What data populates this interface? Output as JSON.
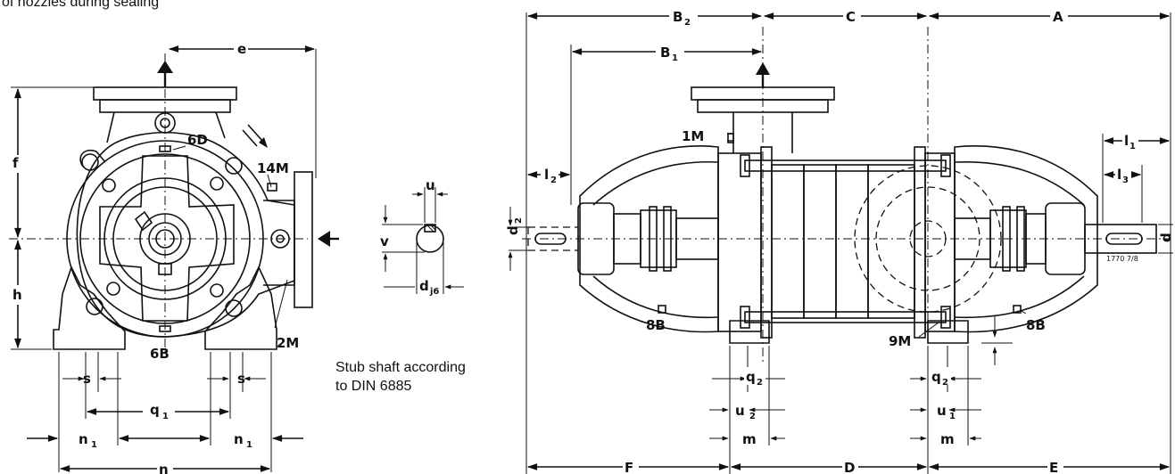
{
  "caption": {
    "top_fragment": "of nozzles during sealing",
    "stub_line1": "Stub shaft according",
    "stub_line2": "to DIN 6885"
  },
  "front_view": {
    "dim_e": "e",
    "dim_f": "f",
    "dim_h": "h",
    "dim_s_left": "s",
    "dim_s_right": "s",
    "dim_q1": "q",
    "dim_q1_sub": "1",
    "dim_n1_left": "n",
    "dim_n1_left_sub": "1",
    "dim_n1_right": "n",
    "dim_n1_right_sub": "1",
    "dim_n": "n",
    "tag_6D": "6D",
    "tag_14M": "14M",
    "tag_6B": "6B",
    "tag_2M": "2M"
  },
  "shaft_detail": {
    "dim_u": "u",
    "dim_v": "v",
    "dim_d": "d",
    "dim_d_sub": "j6"
  },
  "side_view": {
    "dim_B2": "B",
    "dim_B2_sub": "2",
    "dim_C": "C",
    "dim_A": "A",
    "dim_B1": "B",
    "dim_B1_sub": "1",
    "dim_l2": "l",
    "dim_l2_sub": "2",
    "dim_l1": "l",
    "dim_l1_sub": "1",
    "dim_l3": "l",
    "dim_l3_sub": "3",
    "dim_d2": "d",
    "dim_d2_sub": "2",
    "dim_d_right": "d",
    "dim_q2_left": "q",
    "dim_q2_left_sub": "2",
    "dim_q2_right": "q",
    "dim_q2_right_sub": "2",
    "dim_u2": "u",
    "dim_u2_sub": "2",
    "dim_u1": "u",
    "dim_u1_sub": "1",
    "dim_m_left": "m",
    "dim_m_right": "m",
    "dim_F": "F",
    "dim_D": "D",
    "dim_E": "E",
    "tag_1M": "1M",
    "tag_8B_left": "8B",
    "tag_8B_right": "8B",
    "tag_9M": "9M",
    "ref_number": "1770  7/8"
  }
}
